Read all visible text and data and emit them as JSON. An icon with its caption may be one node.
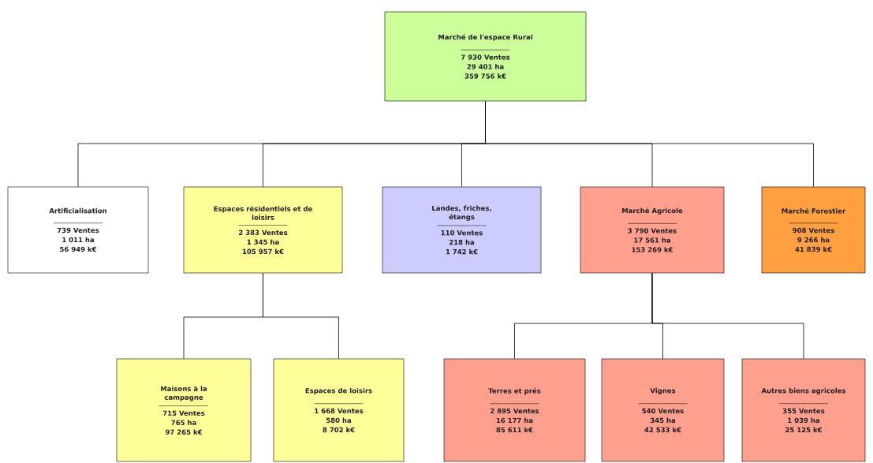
{
  "diagram": {
    "nodes": [
      {
        "text": [
          "Marché de l'espace Rural",
          "7 930 Ventes",
          "29 401 ha",
          "359 756 k€"
        ]
      },
      {
        "text": [
          "Artificialisation",
          "739 Ventes",
          "1 011 ha",
          "56 949 k€"
        ]
      },
      {
        "text": [
          "Espaces résidentiels et de loisirs",
          "2 383 Ventes",
          "1 345 ha",
          "105 957 k€"
        ]
      },
      {
        "text": [
          "Landes, friches, étangs",
          "110 Ventes",
          "218 ha",
          "1 742 k€"
        ]
      },
      {
        "text": [
          "Marché Agricole",
          "3 790 Ventes",
          "17 561 ha",
          "153 269 k€"
        ]
      },
      {
        "text": [
          "Marché Forestier",
          "908 Ventes",
          "9 266 ha",
          "41 839 k€"
        ]
      },
      {
        "text": [
          "Maisons à la campagne",
          "715 Ventes",
          "765 ha",
          "97 265 k€"
        ]
      },
      {
        "text": [
          "Espaces de loisirs",
          "1 668 Ventes",
          "580 ha",
          "8 702 k€"
        ]
      },
      {
        "text": [
          "Terres et prés",
          "2 895 Ventes",
          "16 177 ha",
          "85 611 k€"
        ]
      },
      {
        "text": [
          "Vignes",
          "540 Ventes",
          "345 ha",
          "42 533 k€"
        ]
      },
      {
        "text": [
          "Autres biens agricoles",
          "355 Ventes",
          "1 039 ha",
          "25 125 k€"
        ]
      }
    ],
    "edges": [
      {
        "from": 0,
        "to": 1,
        "arrow": "none"
      },
      {
        "from": 0,
        "to": 2,
        "arrow": "none"
      },
      {
        "from": 0,
        "to": 3,
        "arrow": "none"
      },
      {
        "from": 0,
        "to": 4,
        "arrow": "none"
      },
      {
        "from": 0,
        "to": 5,
        "arrow": "none"
      },
      {
        "from": 2,
        "to": 6,
        "arrow": "none"
      },
      {
        "from": 2,
        "to": 7,
        "arrow": "none"
      },
      {
        "from": 4,
        "to": 8,
        "arrow": "none"
      },
      {
        "from": 4,
        "to": 9,
        "arrow": "none"
      },
      {
        "from": 4,
        "to": 10,
        "arrow": "none"
      }
    ]
  }
}
